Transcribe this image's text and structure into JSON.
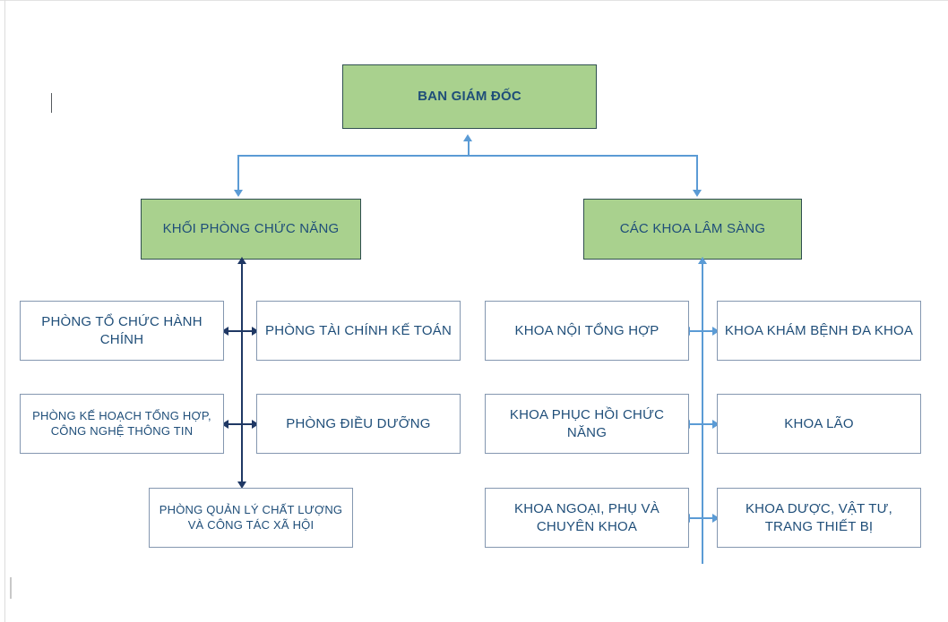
{
  "diagram": {
    "type": "org-chart",
    "title_node": {
      "label": "BAN GIÁM ĐỐC"
    },
    "branches": [
      {
        "id": "khoi-phong-chuc-nang",
        "label": "KHỐI PHÒNG CHỨC NĂNG"
      },
      {
        "id": "cac-khoa-lam-sang",
        "label": "CÁC KHOA LÂM SÀNG"
      }
    ],
    "left_column": {
      "rows": [
        {
          "left": "PHÒNG TỔ CHỨC HÀNH CHÍNH",
          "right": "PHÒNG TÀI CHÍNH KẾ TOÁN"
        },
        {
          "left": "PHÒNG KẾ HOẠCH TỔNG HỢP, CÔNG NGHỆ THÔNG TIN",
          "right": "PHÒNG ĐIỀU DƯỠNG"
        }
      ],
      "bottom": "PHÒNG QUẢN LÝ CHẤT LƯỢNG VÀ CÔNG TÁC XÃ HỘI"
    },
    "right_column": {
      "rows": [
        {
          "left": "KHOA NỘI TỔNG HỢP",
          "right": "KHOA KHÁM BỆNH ĐA KHOA"
        },
        {
          "left": "KHOA PHỤC HỒI CHỨC NĂNG",
          "right": "KHOA LÃO"
        },
        {
          "left": "KHOA NGOẠI, PHỤ VÀ CHUYÊN KHOA",
          "right": "KHOA DƯỢC, VẬT TƯ, TRANG THIẾT BỊ"
        }
      ]
    },
    "colors": {
      "node_fill_green": "#A9D18E",
      "node_fill_white": "#FFFFFF",
      "node_border_green": "#2F4F4F",
      "node_border_white": "#8497B0",
      "text": "#1F4E79",
      "connector_light": "#5B9BD5",
      "connector_dark": "#1F3864",
      "page_background": "#FFFFFF"
    }
  }
}
